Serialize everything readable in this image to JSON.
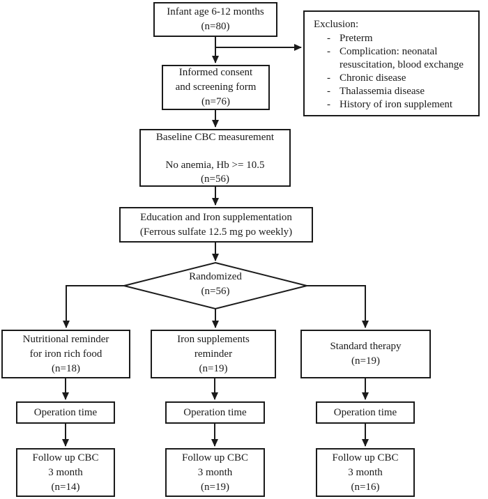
{
  "colors": {
    "line": "#1a1a1a",
    "background": "#ffffff"
  },
  "diagram": {
    "nodes": {
      "infant": {
        "lines": [
          "Infant age 6-12 months",
          "(n=80)"
        ]
      },
      "exclusion": {
        "title": "Exclusion:",
        "bullet": "-",
        "items": [
          "Preterm",
          "Complication: neonatal resuscitation, blood exchange",
          "Chronic disease",
          "Thalassemia disease",
          "History of iron supplement"
        ]
      },
      "consent": {
        "lines": [
          "Informed consent",
          "and screening form",
          "(n=76)"
        ]
      },
      "baseline": {
        "lines": [
          "Baseline CBC measurement",
          "",
          "No anemia, Hb >= 10.5",
          "(n=56)"
        ]
      },
      "education": {
        "lines": [
          "Education and Iron supplementation",
          "(Ferrous sulfate 12.5 mg po weekly)"
        ]
      },
      "randomized": {
        "lines": [
          "Randomized",
          "(n=56)"
        ]
      },
      "nutritional": {
        "lines": [
          "Nutritional reminder",
          "for iron rich food",
          "(n=18)"
        ]
      },
      "iron_reminder": {
        "lines": [
          "Iron supplements",
          "reminder",
          "(n=19)"
        ]
      },
      "standard": {
        "lines": [
          "Standard therapy",
          "(n=19)"
        ]
      },
      "operation_left": {
        "label": "Operation time"
      },
      "operation_middle": {
        "label": "Operation time"
      },
      "operation_right": {
        "label": "Operation time"
      },
      "followup_left": {
        "lines": [
          "Follow up CBC",
          "3 month",
          "(n=14)"
        ]
      },
      "followup_middle": {
        "lines": [
          "Follow up CBC",
          "3 month",
          "(n=19)"
        ]
      },
      "followup_right": {
        "lines": [
          "Follow up CBC",
          "3 month",
          "(n=16)"
        ]
      }
    }
  }
}
